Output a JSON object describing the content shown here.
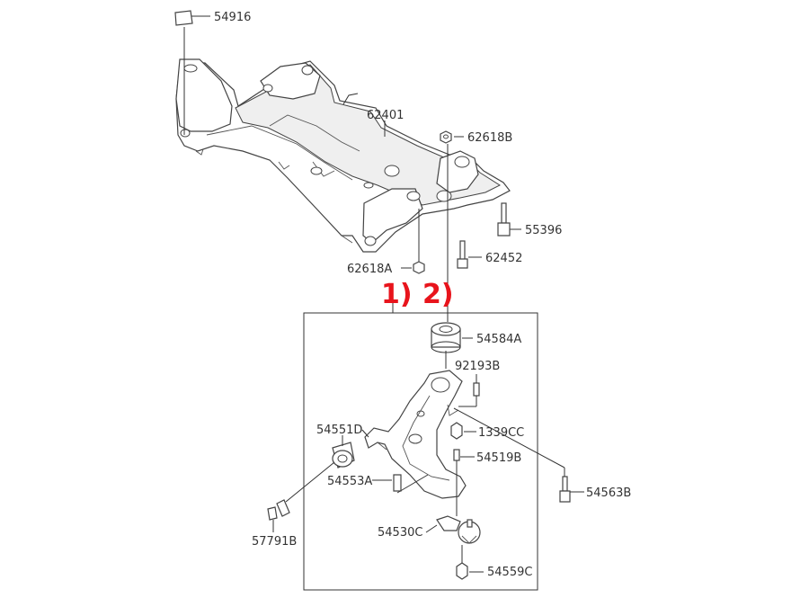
{
  "diagram": {
    "callouts": [
      {
        "id": "c1",
        "text": "1)"
      },
      {
        "id": "c2",
        "text": "2)"
      }
    ],
    "callout_color": "#e8141c",
    "parts": [
      {
        "id": "p54916",
        "number": "54916"
      },
      {
        "id": "p62401",
        "number": "62401"
      },
      {
        "id": "p62618B",
        "number": "62618B"
      },
      {
        "id": "p55396",
        "number": "55396"
      },
      {
        "id": "p62452",
        "number": "62452"
      },
      {
        "id": "p62618A",
        "number": "62618A"
      },
      {
        "id": "p54584A",
        "number": "54584A"
      },
      {
        "id": "p92193B",
        "number": "92193B"
      },
      {
        "id": "p54551D",
        "number": "54551D"
      },
      {
        "id": "p1339CC",
        "number": "1339CC"
      },
      {
        "id": "p54519B",
        "number": "54519B"
      },
      {
        "id": "p54553A",
        "number": "54553A"
      },
      {
        "id": "p54563B",
        "number": "54563B"
      },
      {
        "id": "p57791B",
        "number": "57791B"
      },
      {
        "id": "p54530C",
        "number": "54530C"
      },
      {
        "id": "p54559C",
        "number": "54559C"
      }
    ]
  }
}
